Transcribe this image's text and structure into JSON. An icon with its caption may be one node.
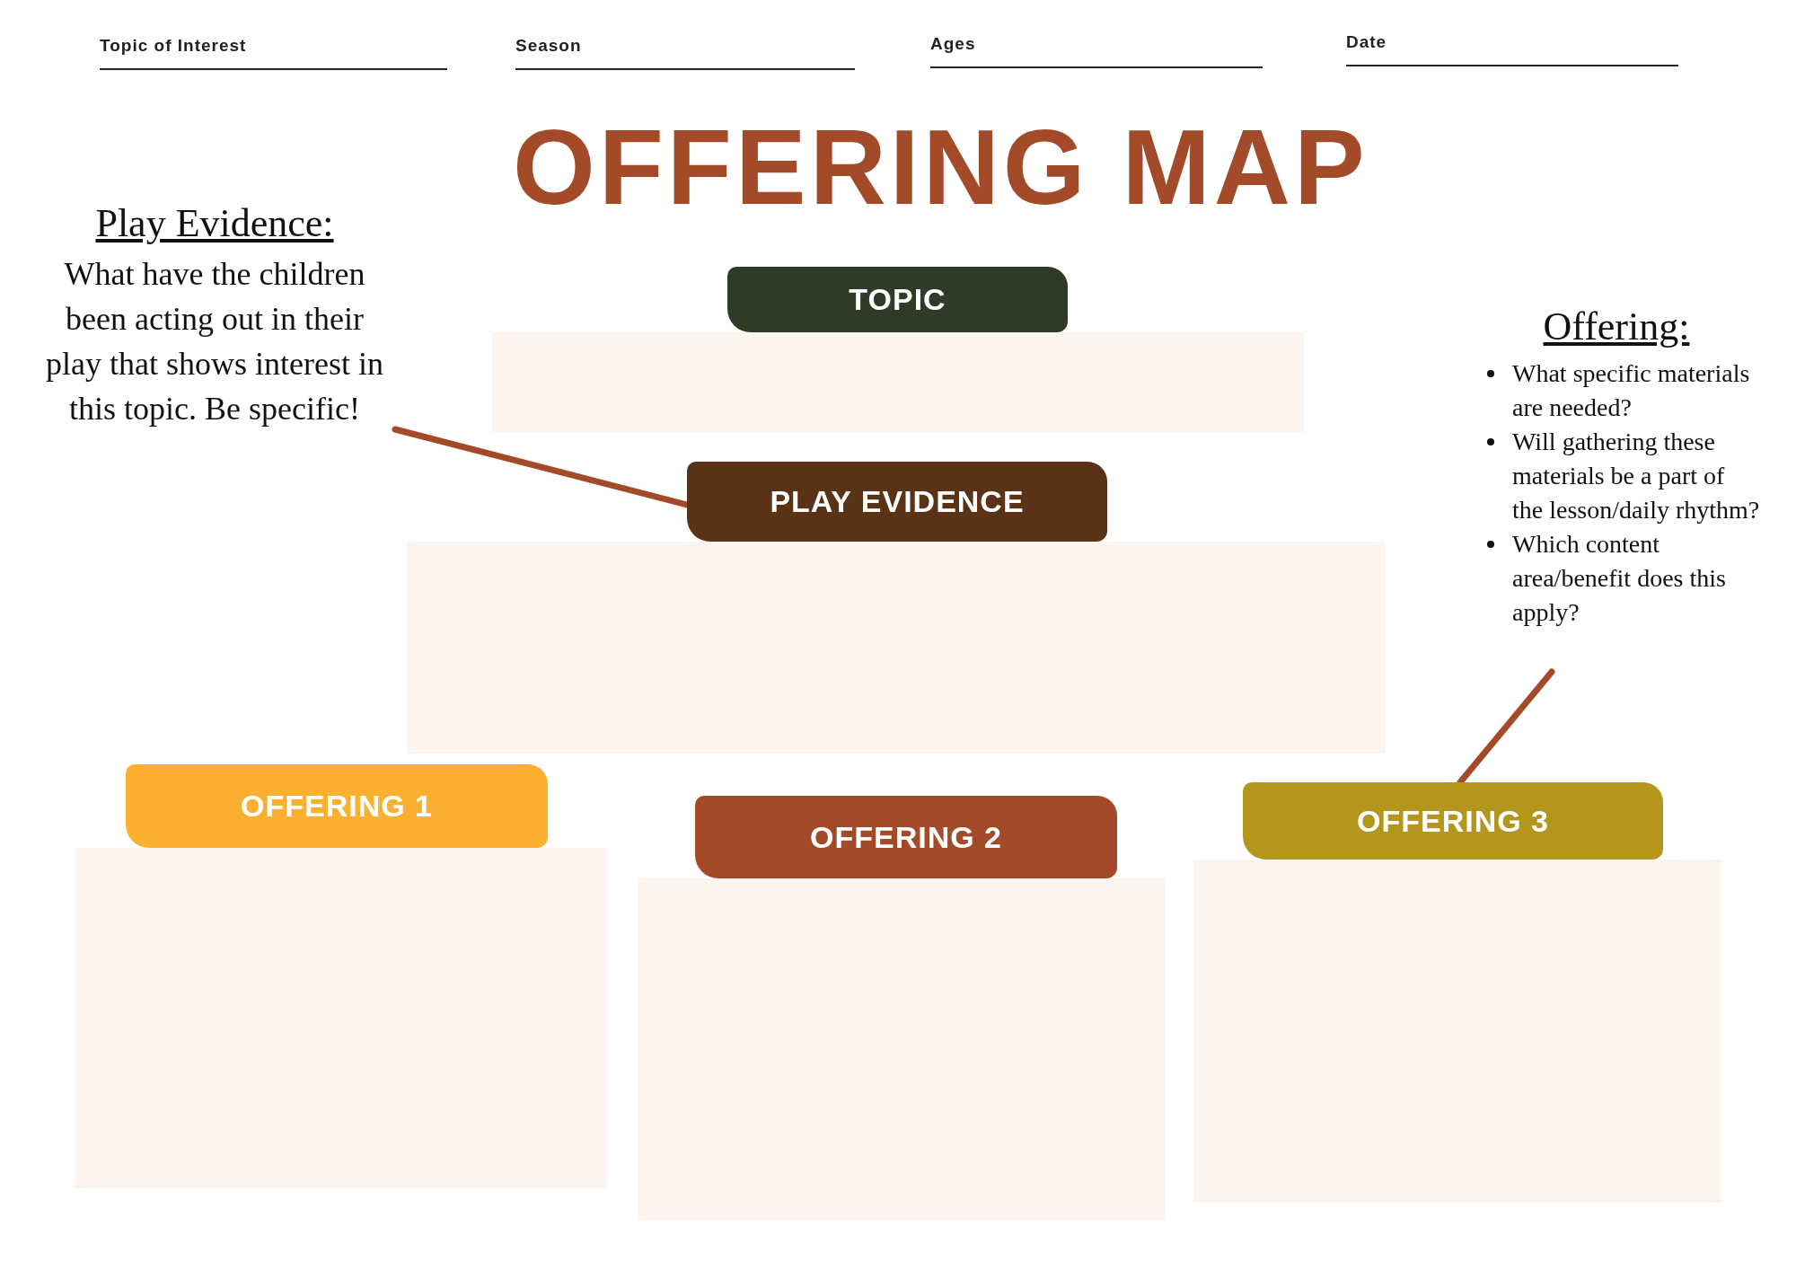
{
  "diagram": {
    "title": "OFFERING MAP",
    "nodes": [
      {
        "text": [
          "TOPIC"
        ]
      },
      {
        "text": [
          "PLAY EVIDENCE"
        ]
      },
      {
        "text": [
          "OFFERING 1"
        ]
      },
      {
        "text": [
          "OFFERING 2"
        ]
      },
      {
        "text": [
          "OFFERING 3"
        ]
      },
      {
        "text": [
          "Play Evidence:",
          "What have the children been acting out in their play that shows interest in this topic. Be specific!"
        ]
      },
      {
        "text": [
          "Offering:",
          "What specific materials are needed?",
          "Will gathering these materials be a part of the lesson/daily rhythm?",
          "Which content area/benefit does this apply?"
        ]
      },
      {
        "text": [],
        "shape": "box"
      },
      {
        "text": [],
        "shape": "box"
      },
      {
        "text": [],
        "shape": "box"
      },
      {
        "text": [],
        "shape": "box"
      },
      {
        "text": [],
        "shape": "box"
      }
    ],
    "edges": [
      {
        "from": 5,
        "to": 1,
        "arrow": "none"
      },
      {
        "from": 6,
        "to": 4,
        "arrow": "none"
      }
    ],
    "labels": [
      "Topic of Interest",
      "Season",
      "Ages",
      "Date"
    ]
  }
}
